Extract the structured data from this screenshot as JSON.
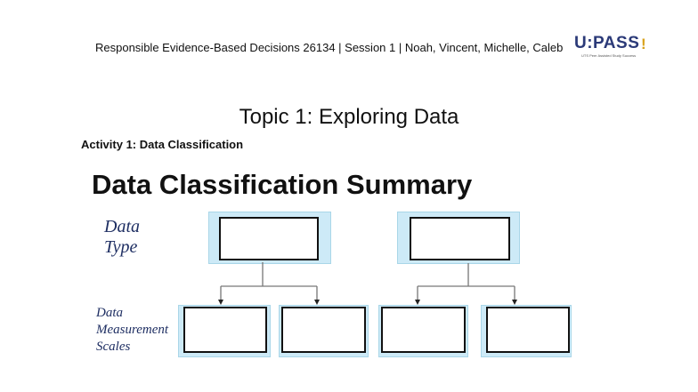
{
  "header": {
    "text": "Responsible Evidence-Based Decisions 26134 | Session 1 | Noah, Vincent, Michelle, Caleb"
  },
  "logo": {
    "text": "U:PASS",
    "tagline": "UTS Peer Assisted Study Success"
  },
  "topic": "Topic 1: Exploring Data",
  "activity": "Activity 1: Data Classification",
  "slide": {
    "title": "Data Classification Summary",
    "row_labels": {
      "data_type": [
        "Data",
        "Type"
      ],
      "measurement_scales": [
        "Data",
        "Measurement",
        "Scales"
      ]
    }
  },
  "colors": {
    "box_fill": "#cdeaf7",
    "label_text": "#1f2f63"
  }
}
